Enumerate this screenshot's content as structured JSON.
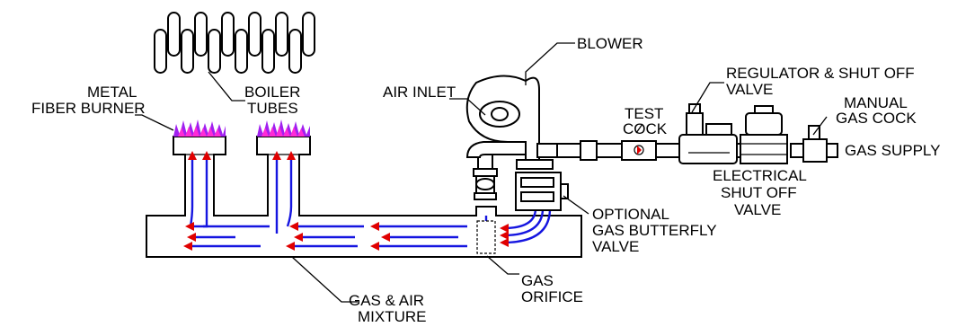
{
  "labels": {
    "blower": "BLOWER",
    "regulator_1": "REGULATOR & SHUT OFF",
    "regulator_2": "VALVE",
    "air_inlet": "AIR INLET",
    "test_cock_1": "TEST",
    "test_cock_2": "COCK",
    "manual_1": "MANUAL",
    "manual_2": "GAS COCK",
    "gas_supply": "GAS SUPPLY",
    "metal_1": "METAL",
    "metal_2": "FIBER BURNER",
    "boiler_1": "BOILER",
    "boiler_2": "TUBES",
    "electrical_1": "ELECTRICAL",
    "electrical_2": "SHUT OFF",
    "electrical_3": "VALVE",
    "optional_1": "OPTIONAL",
    "optional_2": "GAS BUTTERFLY",
    "optional_3": "VALVE",
    "gas_orifice_1": "GAS",
    "gas_orifice_2": "ORIFICE",
    "mixture_1": "GAS & AIR",
    "mixture_2": "MIXTURE"
  },
  "colors": {
    "flow_line": "#1515e0",
    "flow_arrowhead": "#e00000",
    "flame_primary": "#a020f0",
    "flame_secondary": "#ff2bd6",
    "outline": "#000000"
  }
}
